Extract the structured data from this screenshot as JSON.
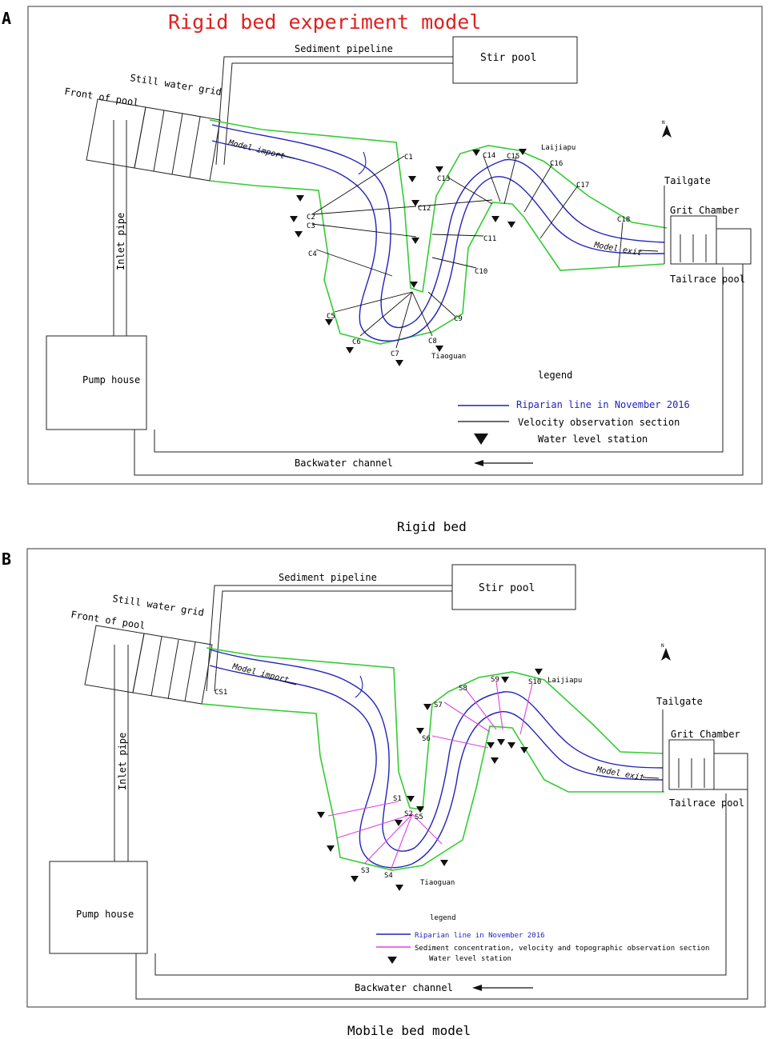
{
  "panels": [
    {
      "letter": "A",
      "title": "Rigid bed experiment model",
      "caption": "Rigid bed",
      "labels": {
        "sediment_pipeline": "Sediment pipeline",
        "stir_pool": "Stir pool",
        "still_water_grid": "Still water grid",
        "front_of_pool": "Front of pool",
        "model_import": "Model import",
        "inlet_pipe": "Inlet pipe",
        "pump_house": "Pump house",
        "laijiapu": "Laijiapu",
        "tiaoguan": "Tiaoguan",
        "tailgate": "Tailgate",
        "grit_chamber": "Grit Chamber",
        "model_exit": "Model exit",
        "tailrace_pool": "Tailrace pool",
        "backwater_channel": "Backwater channel",
        "north": "N"
      },
      "sections": [
        "C1",
        "C2",
        "C3",
        "C4",
        "C5",
        "C6",
        "C7",
        "C8",
        "C9",
        "C10",
        "C11",
        "C12",
        "C13",
        "C14",
        "C15",
        "C16",
        "C17",
        "C18"
      ],
      "legend": {
        "title": "legend",
        "riparian": "Riparian line in November 2016",
        "section": "Velocity observation section",
        "station": "Water level station"
      },
      "colors": {
        "title": "#e02020",
        "bank": "#33cc33",
        "riparian": "#2222bb",
        "section": "#111111"
      }
    },
    {
      "letter": "B",
      "caption": "Mobile bed model",
      "labels": {
        "sediment_pipeline": "Sediment pipeline",
        "stir_pool": "Stir pool",
        "still_water_grid": "Still water grid",
        "front_of_pool": "Front of pool",
        "model_import": "Model import",
        "inlet_pipe": "Inlet pipe",
        "pump_house": "Pump house",
        "laijiapu": "Laijiapu",
        "tiaoguan": "Tiaoguan",
        "tailgate": "Tailgate",
        "grit_chamber": "Grit Chamber",
        "model_exit": "Model exit",
        "tailrace_pool": "Tailrace pool",
        "backwater_channel": "Backwater channel",
        "cs1": "CS1",
        "north": "N"
      },
      "sections": [
        "S1",
        "S2",
        "S3",
        "S4",
        "S5",
        "S6",
        "S7",
        "S8",
        "S9",
        "S10"
      ],
      "legend": {
        "title": "legend",
        "riparian": "Riparian line in November 2016",
        "section": "Sediment concentration, velocity and topographic observation section",
        "station": "Water level station"
      },
      "colors": {
        "bank": "#33cc33",
        "riparian": "#2222bb",
        "section": "#e040e0"
      }
    }
  ]
}
